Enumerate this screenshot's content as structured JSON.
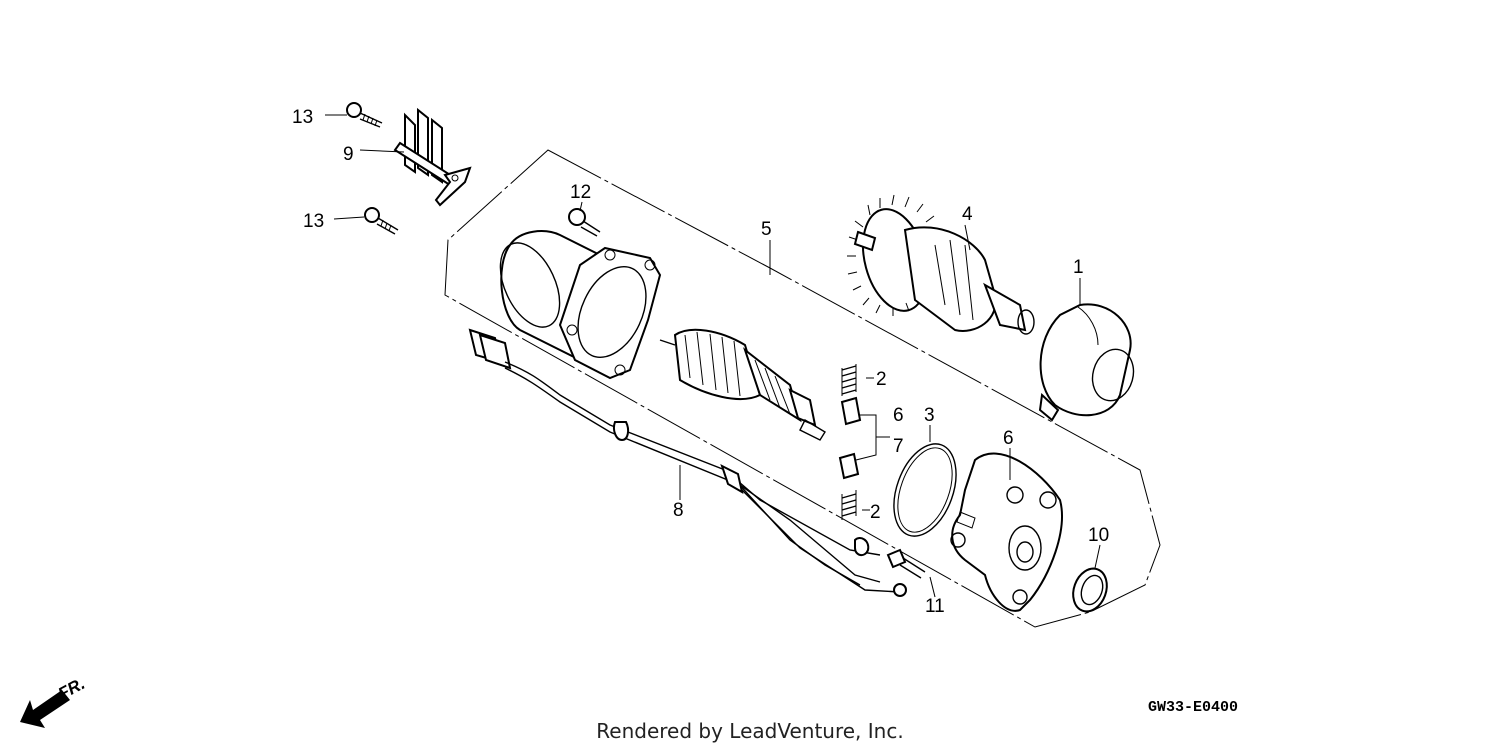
{
  "diagram_code": "GW33-E0400",
  "credit": "Rendered by LeadVenture, Inc.",
  "front_marker": "FR.",
  "callouts": [
    {
      "id": "c1",
      "label": "1"
    },
    {
      "id": "c2a",
      "label": "2"
    },
    {
      "id": "c2b",
      "label": "2"
    },
    {
      "id": "c3",
      "label": "3"
    },
    {
      "id": "c4",
      "label": "4"
    },
    {
      "id": "c5",
      "label": "5"
    },
    {
      "id": "c6a",
      "label": "6"
    },
    {
      "id": "c6b",
      "label": "6"
    },
    {
      "id": "c7",
      "label": "7"
    },
    {
      "id": "c8",
      "label": "8"
    },
    {
      "id": "c9",
      "label": "9"
    },
    {
      "id": "c10",
      "label": "10"
    },
    {
      "id": "c11",
      "label": "11"
    },
    {
      "id": "c12",
      "label": "12"
    },
    {
      "id": "c13a",
      "label": "13"
    },
    {
      "id": "c13b",
      "label": "13"
    }
  ]
}
